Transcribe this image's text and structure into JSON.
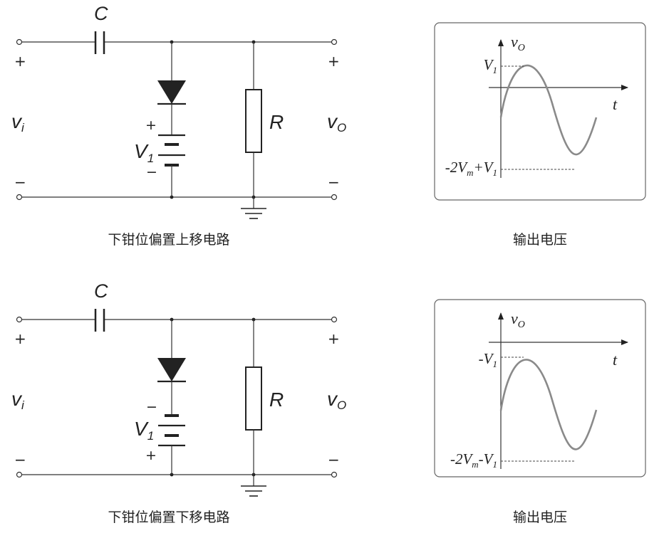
{
  "circuits": [
    {
      "caption": "下钳位偏置上移电路",
      "cap_label": "C",
      "res_label": "R",
      "in_label": "v",
      "in_sub": "i",
      "out_label": "v",
      "out_sub": "O",
      "batt_label": "V",
      "batt_sub": "1",
      "batt_top_sign": "+",
      "batt_bottom_sign": "−",
      "in_top_sign": "+",
      "in_bottom_sign": "−",
      "out_top_sign": "+",
      "out_bottom_sign": "−"
    },
    {
      "caption": "下钳位偏置下移电路",
      "cap_label": "C",
      "res_label": "R",
      "in_label": "v",
      "in_sub": "i",
      "out_label": "v",
      "out_sub": "O",
      "batt_label": "V",
      "batt_sub": "1",
      "batt_top_sign": "−",
      "batt_bottom_sign": "+",
      "in_top_sign": "+",
      "in_bottom_sign": "−",
      "out_top_sign": "+",
      "out_bottom_sign": "−"
    }
  ],
  "graphs": [
    {
      "caption": "输出电压",
      "y_axis": "v",
      "y_axis_sub": "O",
      "x_axis": "t",
      "top_level": {
        "prefix": "",
        "v": "V",
        "sub": "1"
      },
      "bottom_level": {
        "a": "-2V",
        "sub_m": "m",
        "op": "+V",
        "sub_1": "1"
      }
    },
    {
      "caption": "输出电压",
      "y_axis": "v",
      "y_axis_sub": "O",
      "x_axis": "t",
      "top_level": {
        "prefix": "-",
        "v": "V",
        "sub": "1"
      },
      "bottom_level": {
        "a": "-2V",
        "sub_m": "m",
        "op": "-V",
        "sub_1": "1"
      }
    }
  ]
}
